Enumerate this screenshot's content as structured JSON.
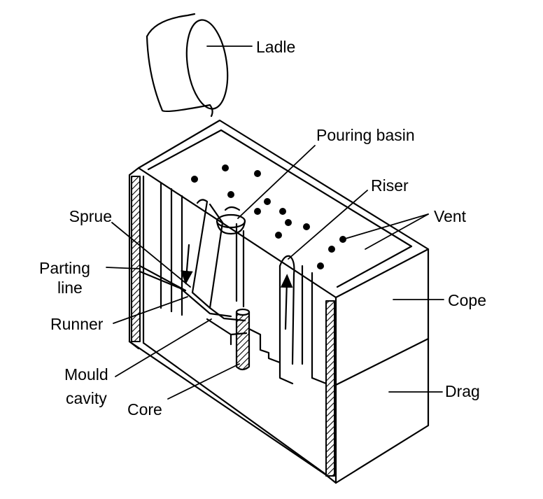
{
  "labels": {
    "ladle": "Ladle",
    "pouring_basin": "Pouring basin",
    "riser": "Riser",
    "vent": "Vent",
    "sprue": "Sprue",
    "parting_line_1": "Parting",
    "parting_line_2": "line",
    "runner": "Runner",
    "mould_cavity_1": "Mould",
    "mould_cavity_2": "cavity",
    "core": "Core",
    "cope": "Cope",
    "drag": "Drag"
  },
  "colors": {
    "line": "#000000",
    "background": "#ffffff",
    "hatch": "#000000"
  }
}
